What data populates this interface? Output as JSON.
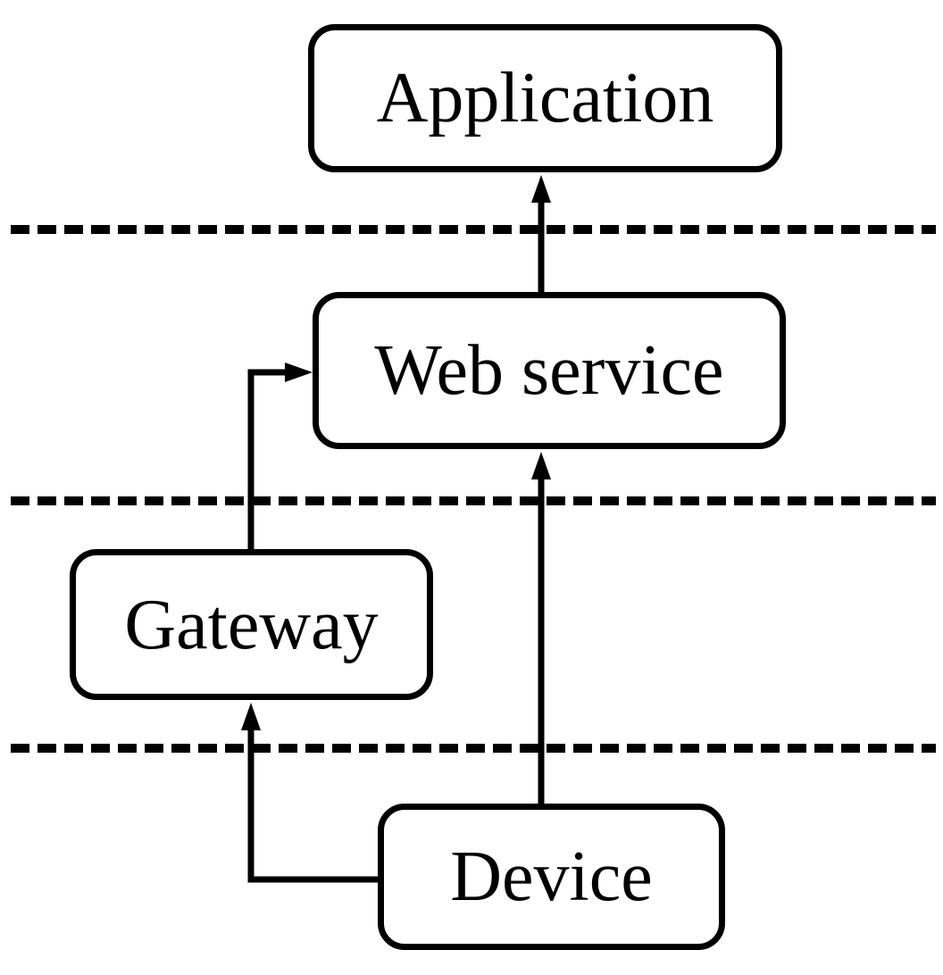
{
  "diagram": {
    "title": "layered-architecture-diagram",
    "colors": {
      "background": "#ffffff",
      "stroke": "#000000",
      "text": "#000000"
    },
    "nodes": [
      {
        "id": "application",
        "label": "Application"
      },
      {
        "id": "web-service",
        "label": "Web service"
      },
      {
        "id": "gateway",
        "label": "Gateway"
      },
      {
        "id": "device",
        "label": "Device"
      }
    ],
    "edges": [
      {
        "from": "web-service",
        "to": "application",
        "style": "arrow-up"
      },
      {
        "from": "gateway",
        "to": "web-service",
        "style": "arrow-right-into-side"
      },
      {
        "from": "device",
        "to": "web-service",
        "style": "arrow-up"
      },
      {
        "from": "device",
        "to": "gateway",
        "style": "arrow-up-via-left"
      }
    ],
    "layer_separators": 3,
    "separator_style": "dashed-horizontal"
  }
}
